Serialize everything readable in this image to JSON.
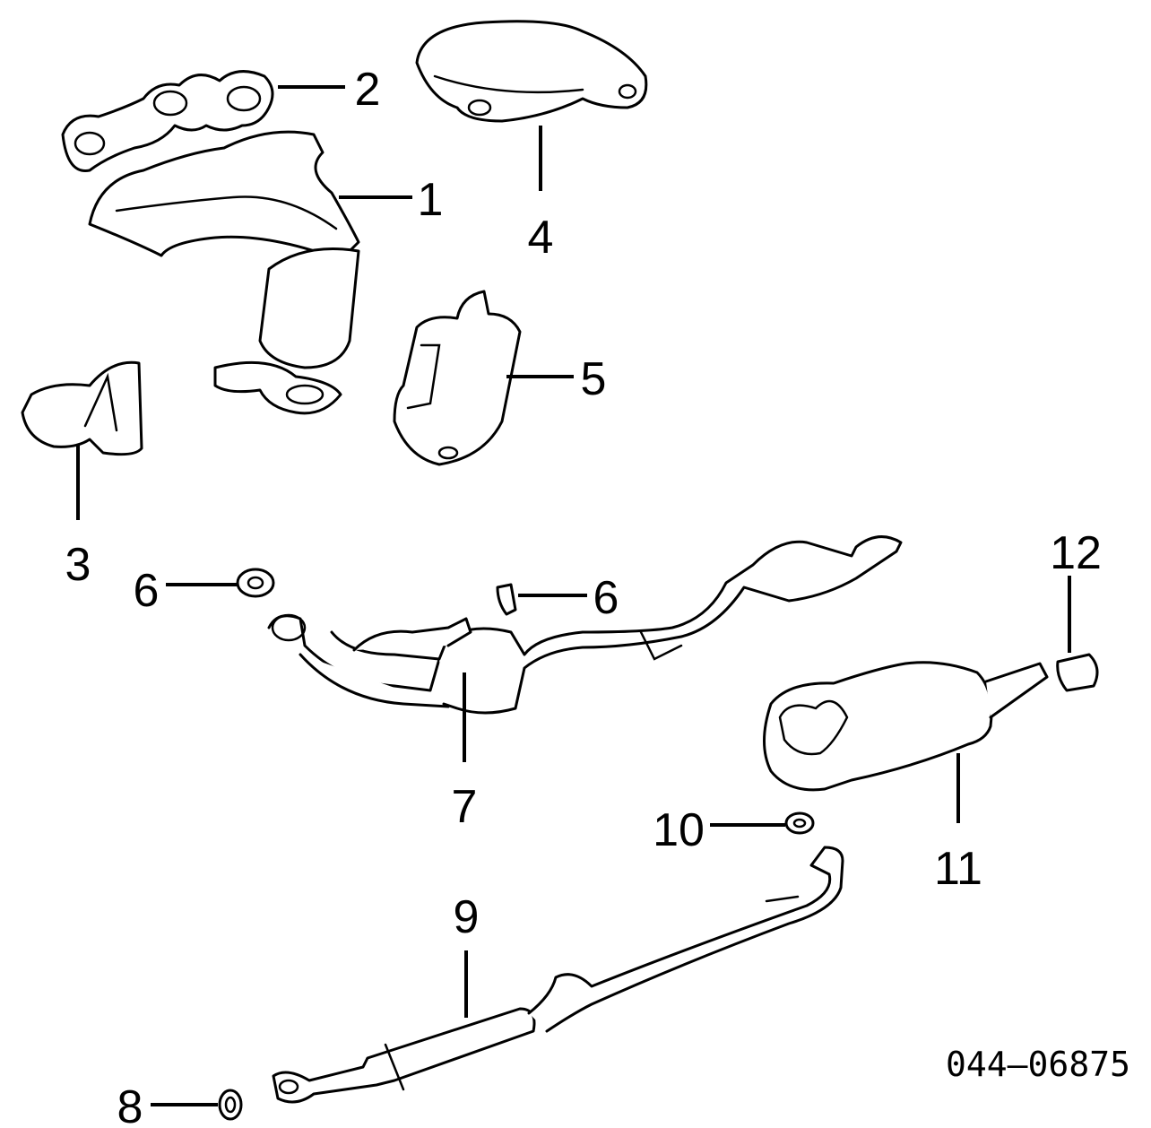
{
  "diagram": {
    "title": "Exhaust system parts diagram",
    "callouts": [
      "1",
      "2",
      "3",
      "4",
      "5",
      "6",
      "6",
      "7",
      "8",
      "9",
      "10",
      "11",
      "12"
    ],
    "code": "044—06875"
  }
}
